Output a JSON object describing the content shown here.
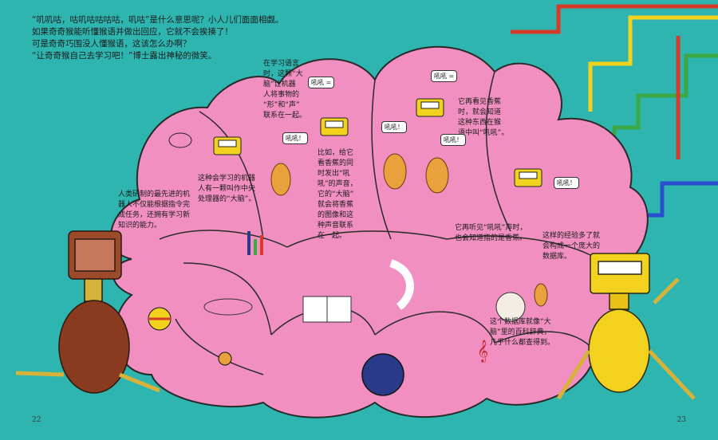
{
  "intro": {
    "line1": "“叽叽咕，咕叽咕咕咕咕，叽咕”是什么意思呢？小人儿们面面相觑。",
    "line2": "如果奇奇猴能听懂猴语并做出回应，它就不会挨揍了！",
    "line3": "可是奇奇巧围没人懂猴语，这该怎么办啊？",
    "line4": "“让奇奇猴自己去学习吧！”博士露出神秘的微笑。"
  },
  "captions": {
    "human_brain": [
      "人类研制的最先进的机",
      "器人不仅能根据指令完",
      "成任务，还拥有学习新",
      "知识的能力。"
    ],
    "cpu": [
      "这种会学习的机器",
      "人有一颗叫作中央",
      "处理器的“大脑”。"
    ],
    "learn_language": [
      "在学习语言",
      "时，这颗“大",
      "脑”让机器",
      "人将事物的",
      "“形”和“声”",
      "联系在一起。"
    ],
    "banana_sound": [
      "比如，给它",
      "看香蕉的同",
      "时发出“吼",
      "吼”的声音，",
      "它的“大脑”",
      "就会将香蕉",
      "的图像和这",
      "种声音联系",
      "在一起。"
    ],
    "see_banana": [
      "它再看见香蕉",
      "时，就会知道",
      "这种东西在猴",
      "语中叫“吼吼”。"
    ],
    "hear_sound": [
      "它再听见“吼吼”声时，",
      "也会知道指的是香蕉。"
    ],
    "database": [
      "这样的经验多了就",
      "会构成一个庞大的",
      "数据库。"
    ],
    "encyclopedia": [
      "这个数据库就像“大",
      "脑”里的百科辞典，",
      "几乎什么都查得到。"
    ]
  },
  "bubbles": {
    "houhou1": "吼吼！",
    "houhou2": "吼吼！",
    "houhou3": "吼吼！",
    "houhou4": "吼吼！",
    "screen1": "吼吼 =",
    "screen2": "吼吼 ="
  },
  "page_numbers": {
    "left": "22",
    "right": "23"
  },
  "colors": {
    "background": "#2fb5b0",
    "brain": "#f08fc0",
    "outline": "#2a2a2a",
    "wire_red": "#d83a2a",
    "wire_yellow": "#f2d21e",
    "wire_green": "#3aa845",
    "wire_blue": "#2a4fd0"
  }
}
